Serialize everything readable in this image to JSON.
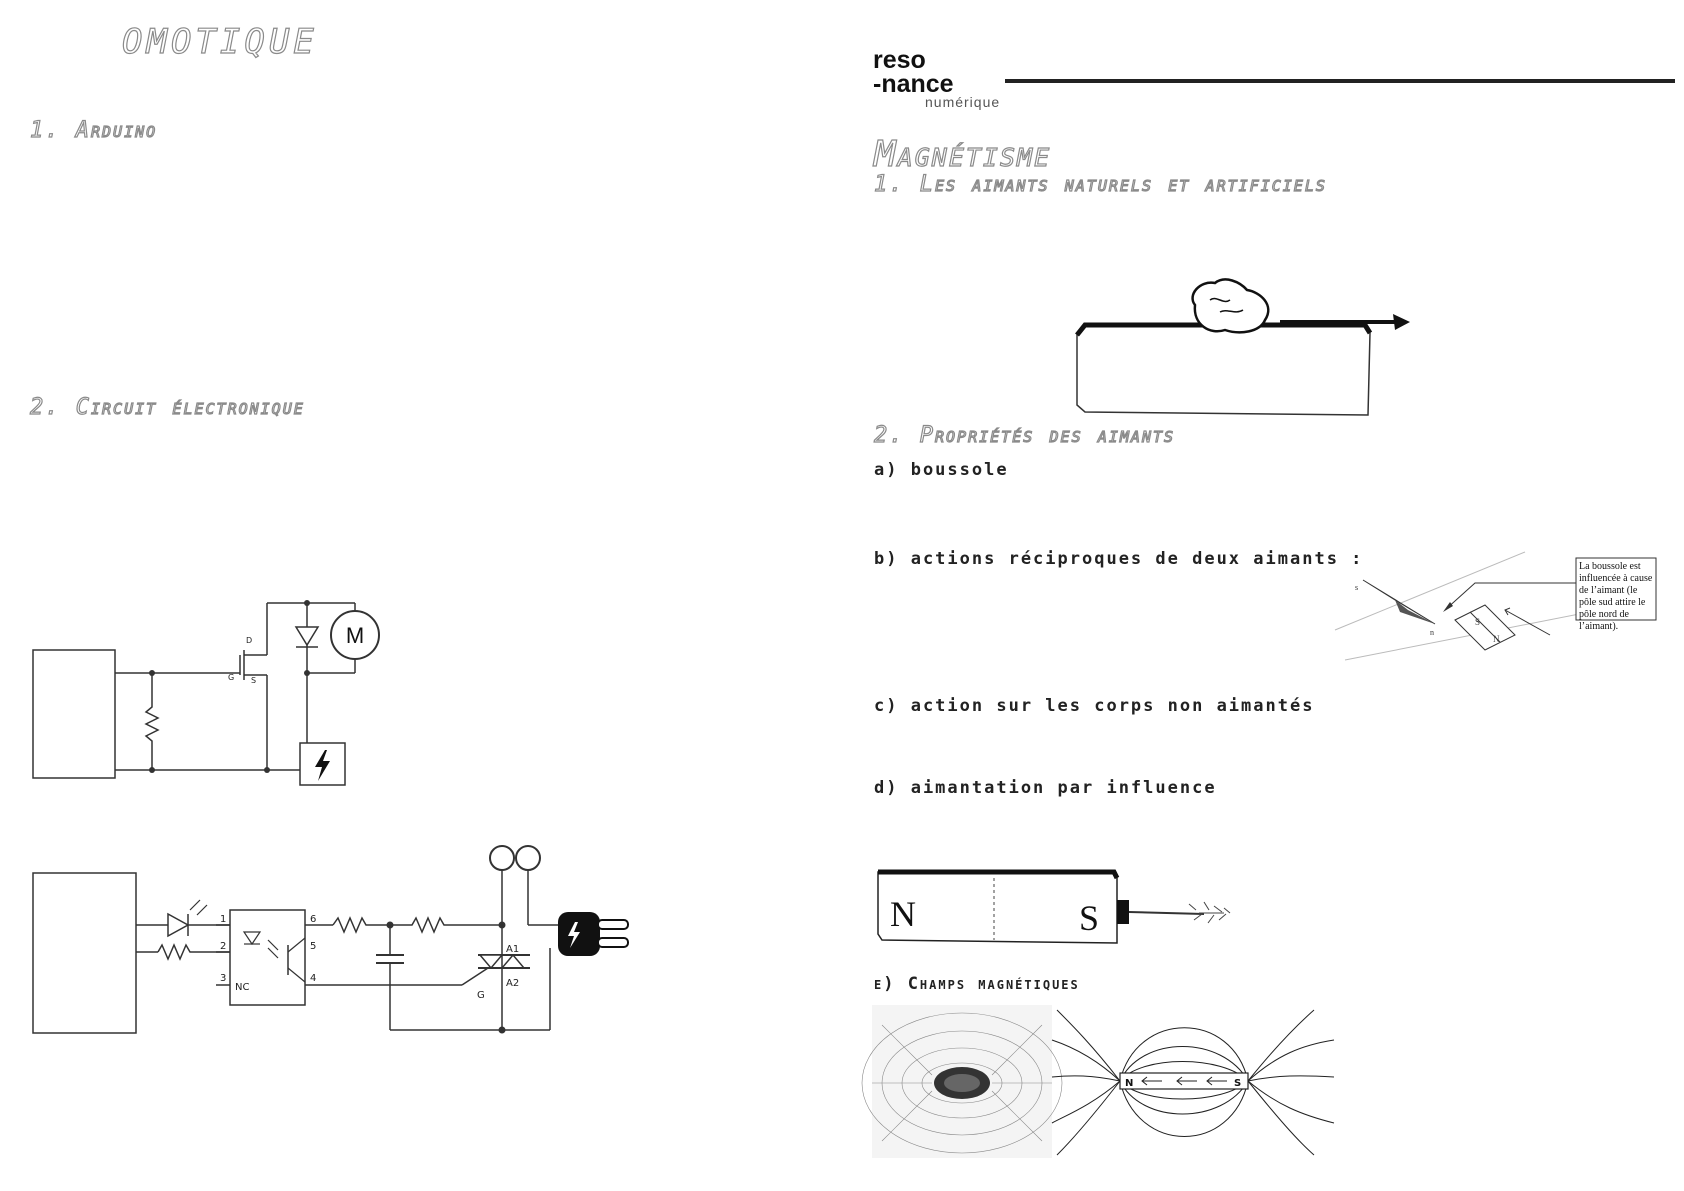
{
  "left": {
    "title": "OMOTIQUE",
    "section1": "1. Arduino",
    "section2": "2. Circuit électronique",
    "circuit1": {
      "motor_label": "M",
      "pin_d": "D",
      "pin_g": "G",
      "pin_s": "S"
    },
    "circuit2": {
      "pin1": "1",
      "pin2": "2",
      "pin3": "3",
      "pin4": "4",
      "pin5": "5",
      "pin6": "6",
      "nc": "NC",
      "a1": "A1",
      "a2": "A2",
      "g": "G"
    }
  },
  "right": {
    "logo": {
      "line1": "reso",
      "line2": "-nance",
      "line3": "numérique"
    },
    "title": "Magnétisme",
    "section1": "1. Les aimants naturels et artificiels",
    "section2": "2. Propriétés des aimants",
    "items": {
      "a": "a) boussole",
      "b": "b) actions réciproques de deux aimants :",
      "c": "c) action sur les corps non aimantés",
      "d": "d) aimantation par influence",
      "e": "e) Champs magnétiques"
    },
    "compass_caption": "La boussole est influencée à cause de l’aimant (le pôle sud attire le pôle nord de l’aimant).",
    "compass_labels": {
      "s": "s",
      "n": "n",
      "mag_s": "S",
      "mag_n": "N"
    },
    "magnet_labels": {
      "n": "N",
      "s": "S"
    },
    "field_labels": {
      "n": "N",
      "s": "S"
    }
  }
}
